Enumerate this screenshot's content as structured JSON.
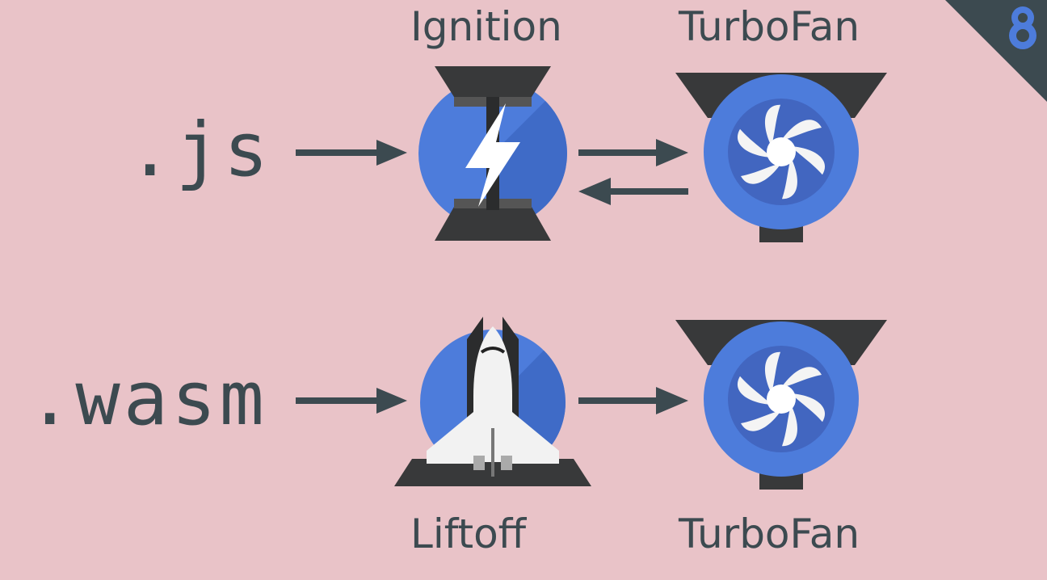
{
  "diagram": {
    "pipelines": [
      {
        "source": ".js",
        "tiers": [
          {
            "name": "Ignition",
            "icon": "ignition-lightning-icon"
          },
          {
            "name": "TurboFan",
            "icon": "turbofan-icon"
          }
        ],
        "flow": "bidirectional"
      },
      {
        "source": ".wasm",
        "tiers": [
          {
            "name": "Liftoff",
            "icon": "liftoff-shuttle-icon"
          },
          {
            "name": "TurboFan",
            "icon": "turbofan-icon"
          }
        ],
        "flow": "forward"
      }
    ],
    "logo": "v8-logo"
  },
  "colors": {
    "background": "#e9c3c8",
    "text": "#3c4a50",
    "blue": "#4d7cdb",
    "dark": "#37393a"
  }
}
